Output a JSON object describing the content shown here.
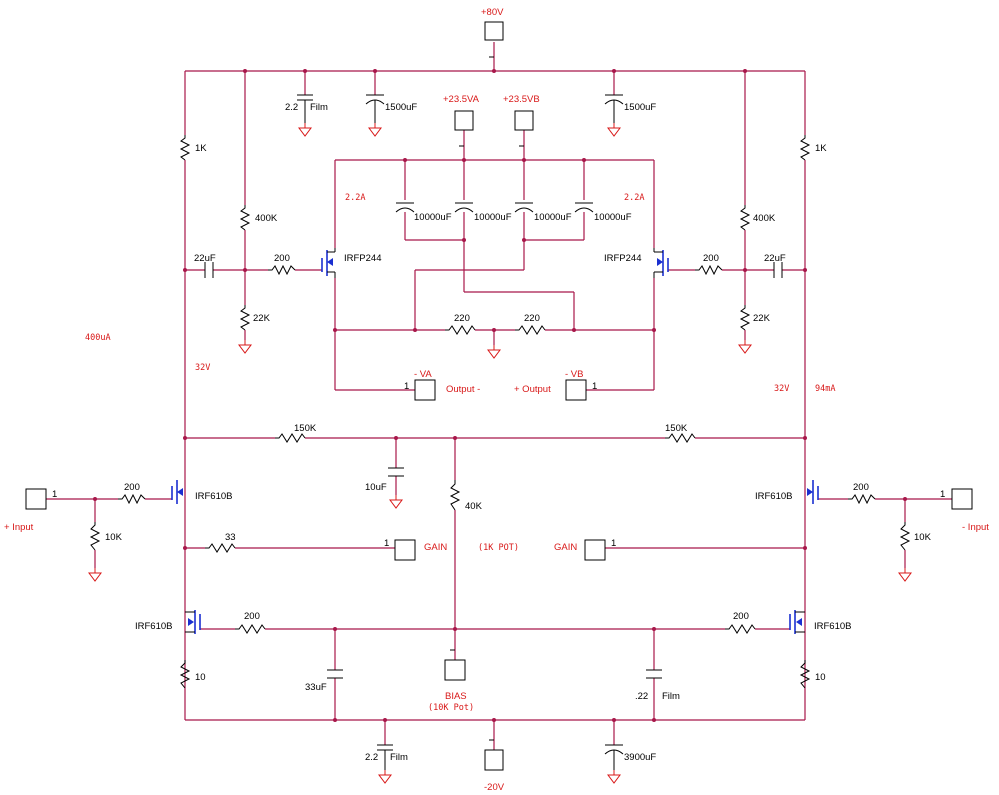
{
  "colors": {
    "wire": "#a8174a",
    "ground": "#d81818",
    "transistor": "#1a2fd0",
    "annotation": "#d81818"
  },
  "ports": {
    "p80v": "+80V",
    "pa": "+23.5VA",
    "pb": "+23.5VB",
    "m20v": "-20V",
    "in_plus": "+ Input",
    "in_minus": "- Input",
    "gain_l": "GAIN",
    "gain_r": "GAIN",
    "out_minus": "Output -",
    "out_plus": "+ Output",
    "vb_l": "- VA",
    "vb_r": "- VB",
    "bias": "BIAS",
    "pin1": "1"
  },
  "parts": {
    "c22_top": "2.2",
    "film": "Film",
    "c1500": "1500uF",
    "c10000": "10000uF",
    "r1k": "1K",
    "r400k": "400K",
    "r22k": "22K",
    "c22uf": "22uF",
    "r200": "200",
    "irfp": "IRFP244",
    "r220": "220",
    "r150k": "150K",
    "c10uf": "10uF",
    "irf610": "IRF610B",
    "r10k": "10K",
    "r33": "33",
    "r40k": "40K",
    "pot1k": "(1K POT)",
    "r10": "10",
    "c33uf": "33uF",
    "c022": ".22",
    "pot10k": "(10K Pot)",
    "c3900": "3900uF"
  },
  "notes": {
    "i22a": "2.2A",
    "i400ua": "400uA",
    "v32": "32V",
    "i94ma": "94mA"
  }
}
